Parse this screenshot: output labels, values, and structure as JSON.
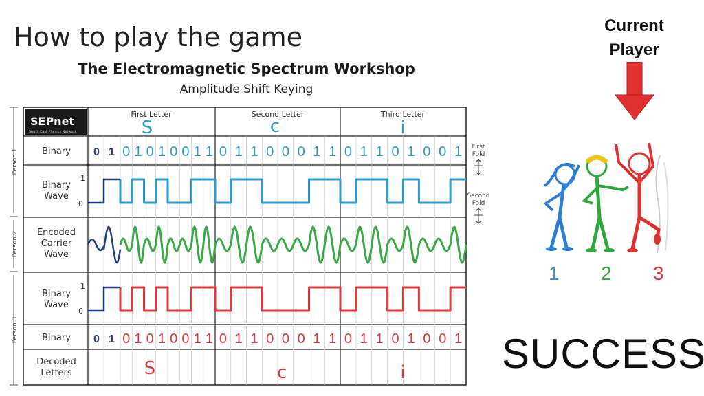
{
  "slide": {
    "title": "How to play the game",
    "current_player_label_1": "Current",
    "current_player_label_2": "Player",
    "players": [
      "1",
      "2",
      "3"
    ],
    "result": "SUCCESS"
  },
  "worksheet": {
    "title": "The Electromagnetic Spectrum Workshop",
    "subtitle": "Amplitude Shift Keying",
    "logo_text": "SEPnet",
    "logo_sub": "South East Physics Network",
    "columns": [
      "First Letter",
      "Second Letter",
      "Third Letter"
    ],
    "letters": [
      "S",
      "c",
      "i"
    ],
    "rows": {
      "binary": "Binary",
      "binary_wave_1": "Binary",
      "binary_wave_2": "Wave",
      "encoded_1": "Encoded",
      "encoded_2": "Carrier",
      "encoded_3": "Wave",
      "decoded_1": "Decoded",
      "decoded_2": "Letters"
    },
    "persons": [
      "Person 1",
      "Person 2",
      "Person 3"
    ],
    "fold_first_1": "First",
    "fold_first_2": "Fold",
    "fold_second_1": "Second",
    "fold_second_2": "Fold",
    "axis_one": "1",
    "axis_zero": "0",
    "example_bits": [
      "0",
      "1"
    ],
    "bits": [
      [
        "0",
        "1",
        "0",
        "1",
        "0",
        "0",
        "1",
        "1"
      ],
      [
        "0",
        "1",
        "1",
        "0",
        "0",
        "0",
        "1",
        "1"
      ],
      [
        "0",
        "1",
        "1",
        "0",
        "1",
        "0",
        "0",
        "1"
      ]
    ]
  },
  "colors": {
    "blue": "#2b9bd4",
    "green": "#3aa845",
    "red": "#e23a3a",
    "dark_blue": "#1f3c88",
    "arrow_red": "#e03030"
  }
}
